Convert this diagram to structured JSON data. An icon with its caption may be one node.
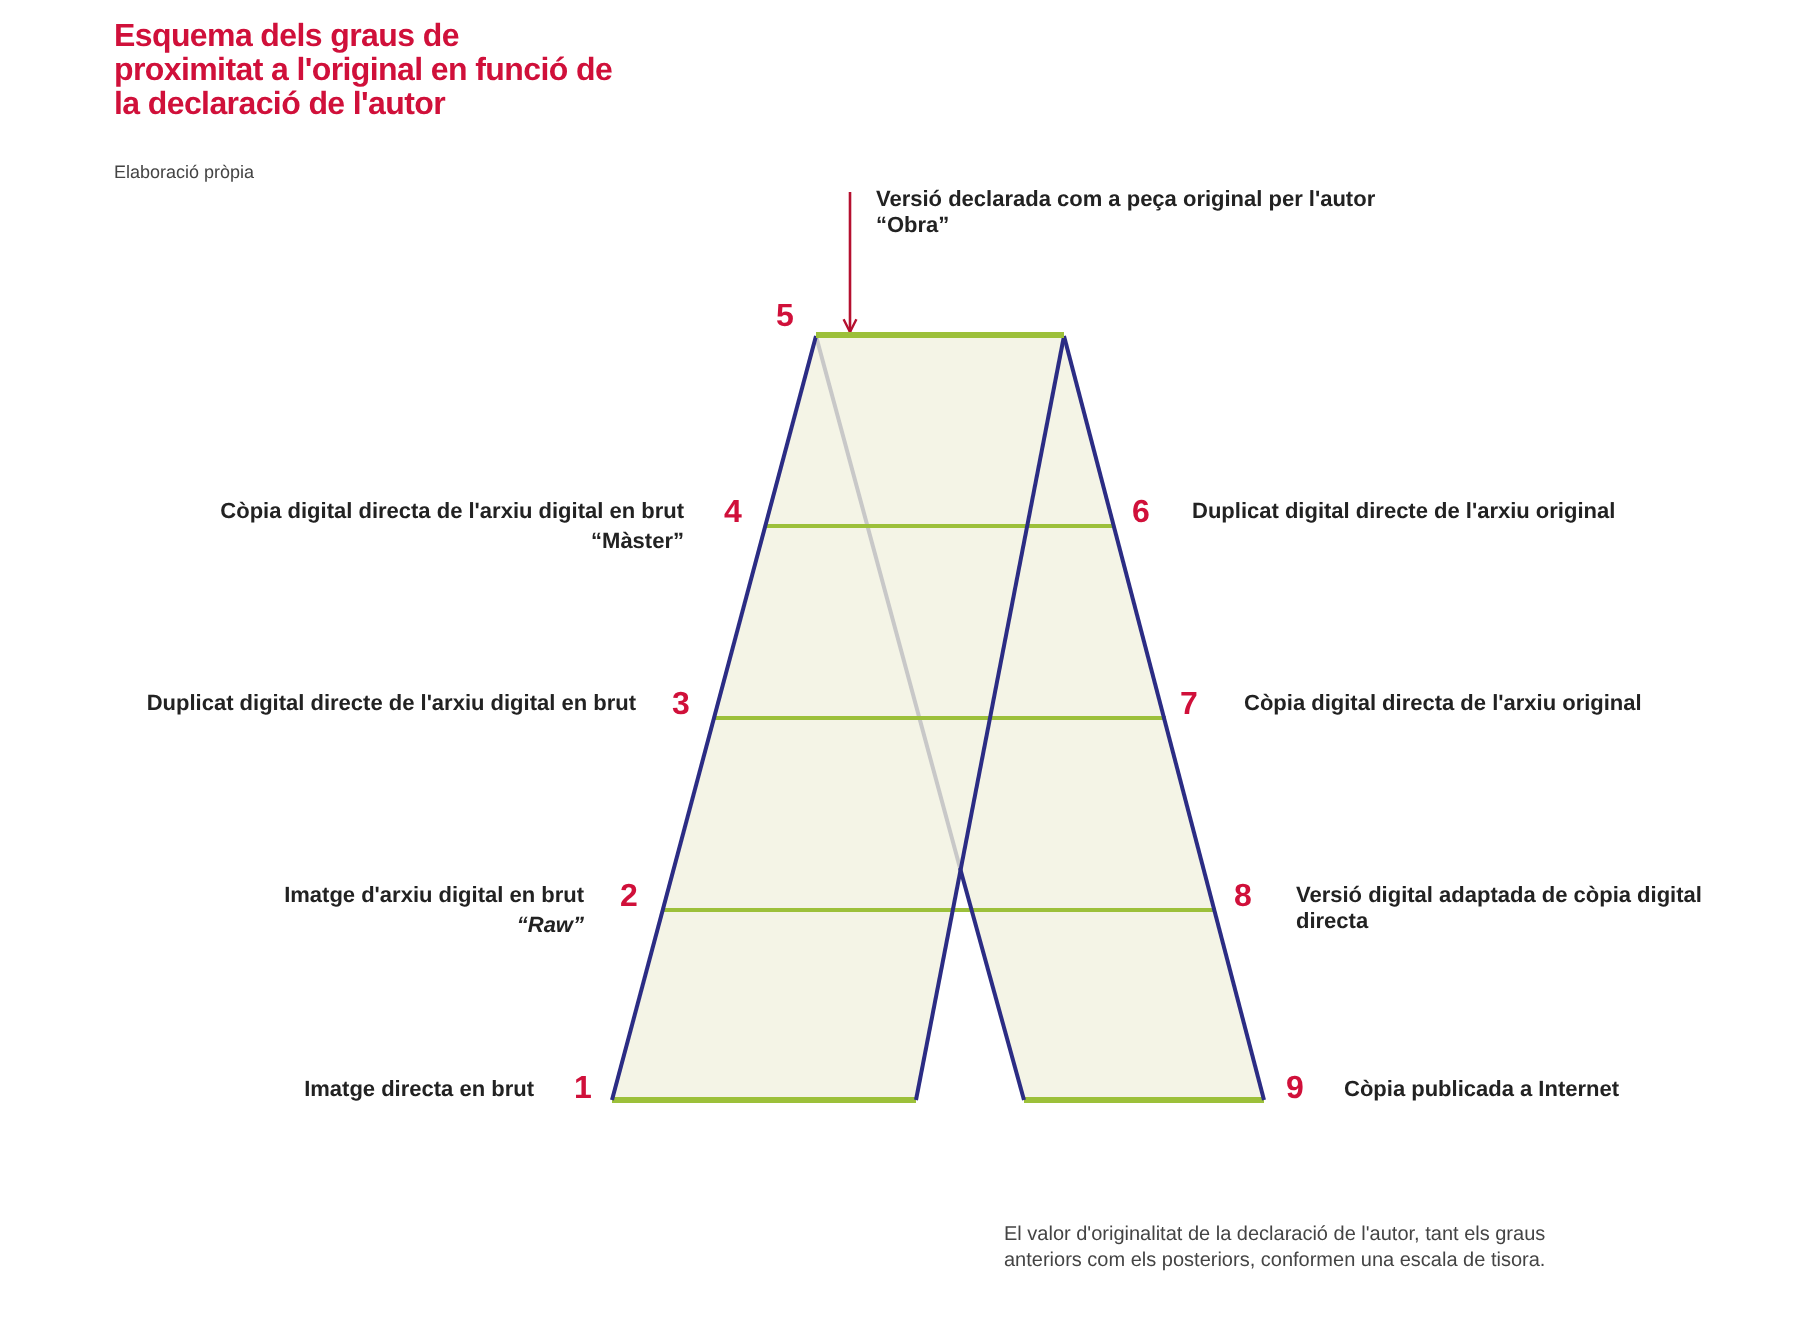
{
  "diagram": {
    "title": "Esquema dels graus de proximitat a l'original en funció de la declaració de l'autor",
    "caption": "El valor d'originalitat de la declaració de l'autor, tant els graus anteriors com els posteriors, conformen una escala de tisora.",
    "nodes": [
      {
        "text": [
          "Versió declarada com a peça original per l'autor",
          "“Obra”"
        ]
      },
      {
        "text": [],
        "shape": "bar"
      }
    ],
    "edges": [
      {
        "from": 0,
        "to": 1,
        "arrow": "to",
        "color": "#b5102f"
      }
    ],
    "labels": [
      "Elaboració pròpia",
      "5",
      "Còpia digital directa de l'arxiu digital en brut",
      "“Màster”",
      "4",
      "6",
      "Duplicat digital directe de l'arxiu original",
      "Duplicat digital directe de l'arxiu digital en brut",
      "3",
      "7",
      "Còpia digital directa de l'arxiu original",
      "Imatge d'arxiu digital en brut",
      "“Raw”",
      "2",
      "8",
      "Versió digital adaptada de còpia digital directa",
      "Imatge directa en brut",
      "1",
      "9",
      "Còpia publicada a Internet"
    ]
  }
}
